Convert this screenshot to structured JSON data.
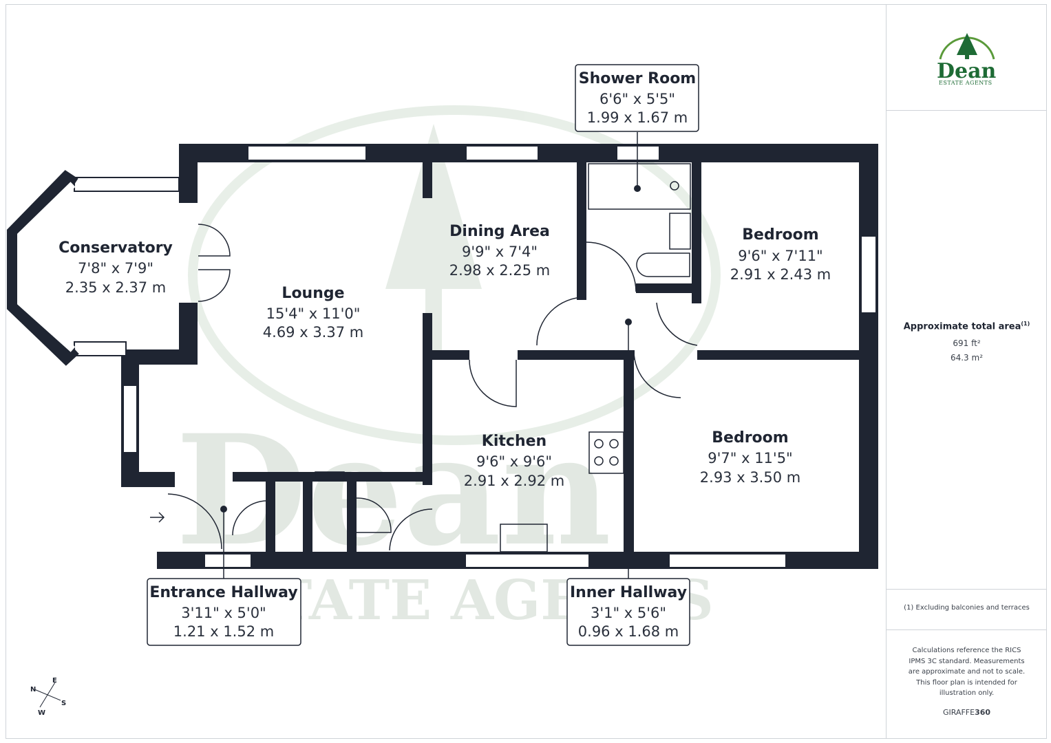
{
  "logo": {
    "name": "Dean",
    "sub": "ESTATE AGENTS"
  },
  "watermark": {
    "name": "Dean",
    "sub": "ESTATE AGENTS"
  },
  "summary": {
    "label": "Approximate total area",
    "superscript": "(1)",
    "area_ft": "691 ft²",
    "area_m": "64.3 m²",
    "footnote": "(1) Excluding balconies and terraces",
    "disclaimer": "Calculations reference the RICS IPMS 3C standard. Measurements are approximate and not to scale. This floor plan is intended for illustration only.",
    "brand_a": "GIRAFFE",
    "brand_b": "360"
  },
  "rooms": {
    "conservatory": {
      "name": "Conservatory",
      "imperial": "7'8\" x 7'9\"",
      "metric": "2.35 x 2.37 m"
    },
    "lounge": {
      "name": "Lounge",
      "imperial": "15'4\" x 11'0\"",
      "metric": "4.69 x 3.37 m"
    },
    "dining": {
      "name": "Dining Area",
      "imperial": "9'9\" x 7'4\"",
      "metric": "2.98 x 2.25 m"
    },
    "shower": {
      "name": "Shower Room",
      "imperial": "6'6\" x 5'5\"",
      "metric": "1.99 x 1.67 m"
    },
    "bedroom1": {
      "name": "Bedroom",
      "imperial": "9'6\" x 7'11\"",
      "metric": "2.91 x 2.43 m"
    },
    "kitchen": {
      "name": "Kitchen",
      "imperial": "9'6\" x 9'6\"",
      "metric": "2.91 x 2.92 m"
    },
    "bedroom2": {
      "name": "Bedroom",
      "imperial": "9'7\" x 11'5\"",
      "metric": "2.93 x 3.50 m"
    },
    "entrance": {
      "name": "Entrance Hallway",
      "imperial": "3'11\" x 5'0\"",
      "metric": "1.21 x 1.52 m"
    },
    "inner": {
      "name": "Inner Hallway",
      "imperial": "3'1\" x 5'6\"",
      "metric": "0.96 x 1.68 m"
    }
  },
  "compass": {
    "n": "N",
    "e": "E",
    "s": "S",
    "w": "W"
  },
  "colors": {
    "wall": "#1f2532",
    "logo_green": "#1e6b35",
    "watermark": "#e3ebe3"
  }
}
